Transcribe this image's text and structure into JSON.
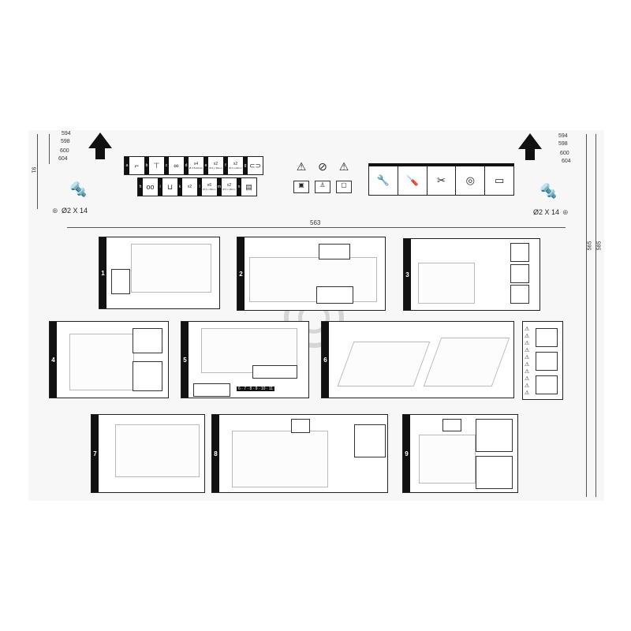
{
  "dimensions": {
    "left_widths": [
      "594",
      "598",
      "600",
      "604"
    ],
    "right_widths": [
      "594",
      "598",
      "600",
      "604"
    ],
    "height_left": "91",
    "drill_left": "Ø2 X 14",
    "drill_right": "Ø2 X 14",
    "span": "563",
    "right_heights": [
      "565",
      "585"
    ]
  },
  "parts_row1": [
    {
      "label": "a",
      "icon": "hinge-bracket",
      "qty": "",
      "size": ""
    },
    {
      "label": "b",
      "icon": "bracket",
      "qty": "",
      "size": ""
    },
    {
      "label": "c",
      "icon": "clip",
      "qty": "",
      "size": ""
    },
    {
      "label": "d",
      "icon": "screw",
      "qty": "x4",
      "size": "Ø 3.5x16mm"
    },
    {
      "label": "e",
      "icon": "screw",
      "qty": "x2",
      "size": "Ø 4 x 30mm"
    },
    {
      "label": "f",
      "icon": "screw",
      "qty": "x2",
      "size": "Ø 4 x 20mm"
    },
    {
      "label": "g",
      "icon": "strip",
      "qty": "",
      "size": ""
    }
  ],
  "parts_row2": [
    {
      "label": "h",
      "icon": "caps",
      "qty": "",
      "size": ""
    },
    {
      "label": "i",
      "icon": "fittings",
      "qty": "",
      "size": ""
    },
    {
      "label": "k",
      "icon": "cup",
      "qty": "x2",
      "size": ""
    },
    {
      "label": "l",
      "icon": "screw",
      "qty": "x6",
      "size": "Ø 4 x 16mm"
    },
    {
      "label": "m",
      "icon": "screw",
      "qty": "x2",
      "size": "Ø 4 x 16mm"
    },
    {
      "label": "n",
      "icon": "template-sheet",
      "qty": "",
      "size": ""
    }
  ],
  "tools": [
    "wrench-icon",
    "screwdriver-icon",
    "scissors-icon",
    "tape-icon",
    "level-icon"
  ],
  "warnings": [
    "warning-icon",
    "no-entry-icon",
    "warning-icon"
  ],
  "steps": [
    "1",
    "2",
    "3",
    "4",
    "5",
    "6",
    "7",
    "8",
    "9"
  ],
  "step5_sequence": "6 · 7 · 8 · 9 · 10 · 11"
}
